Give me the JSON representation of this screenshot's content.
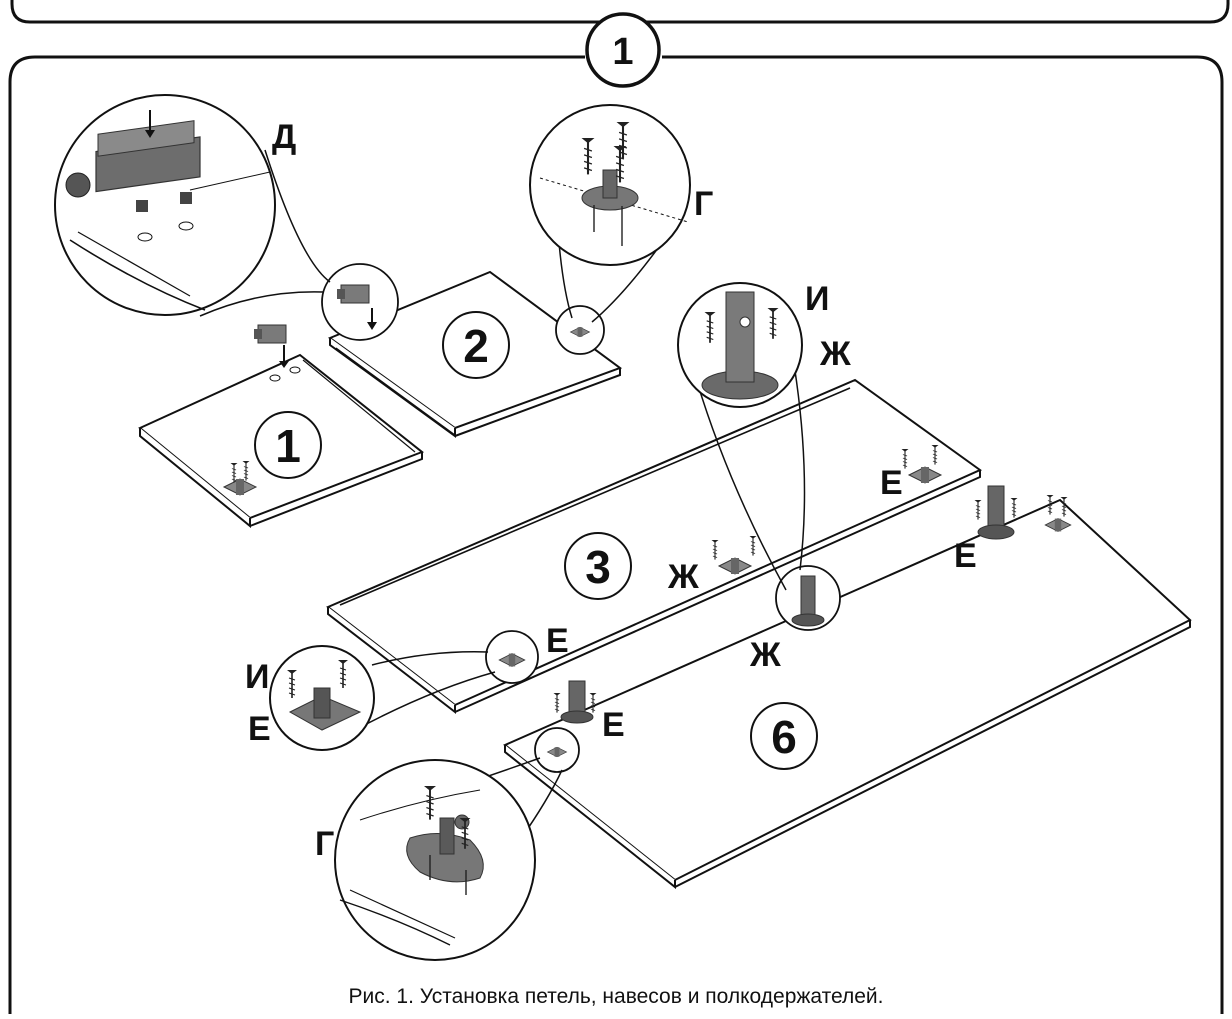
{
  "step": {
    "number": "1"
  },
  "caption": "Рис. 1. Установка петель, навесов и полкодержателей.",
  "parts": {
    "p1": "1",
    "p2": "2",
    "p3": "3",
    "p6": "6"
  },
  "labels": {
    "d": "Д",
    "g_top": "Г",
    "i_top": "И",
    "zh_top": "Ж",
    "e_right": "Е",
    "e_right2": "Е",
    "zh_mid": "Ж",
    "zh_low": "Ж",
    "e_mid": "Е",
    "i_left": "И",
    "e_left": "Е",
    "e_lower": "Е",
    "g_bottom": "Г"
  },
  "colors": {
    "line": "#111111",
    "panel": "#ffffff",
    "hardware": "#6d6d6d",
    "hardware_dark": "#3a3a3a"
  }
}
